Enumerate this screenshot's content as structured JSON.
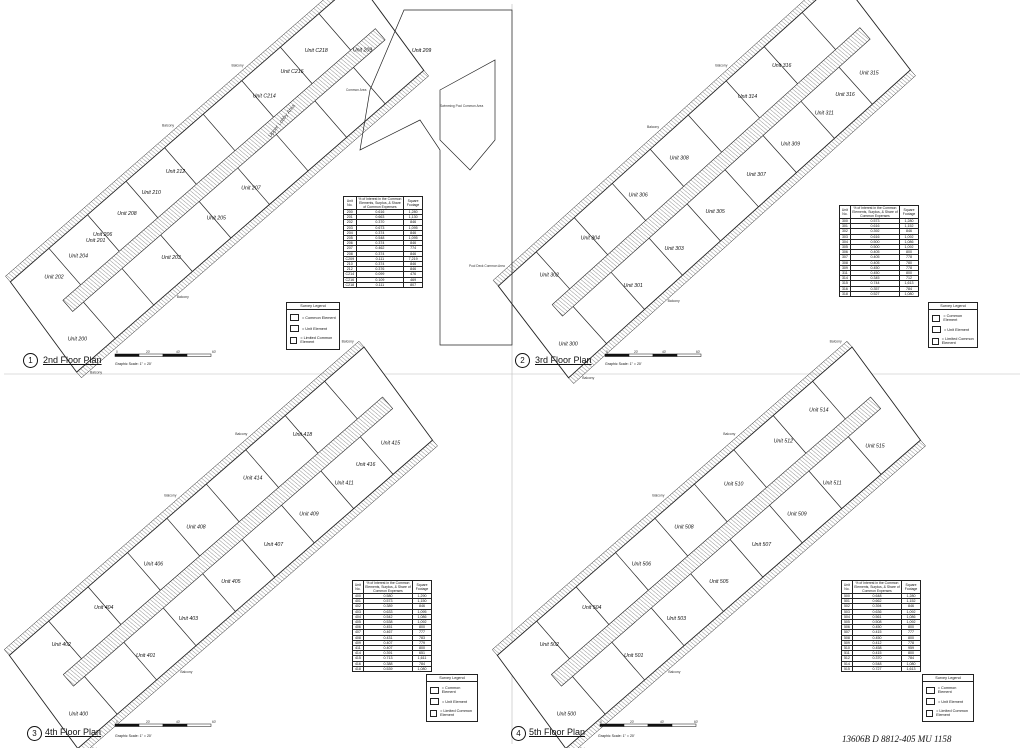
{
  "plans": [
    {
      "number": "1",
      "title": "2nd Floor Plan",
      "scale_label": "Graphic Scale: 1\" = 20'",
      "scale_ticks": [
        "0",
        "20'",
        "40'",
        "60'"
      ],
      "units": [
        "Unit 200",
        "Unit 201",
        "Unit 202",
        "Unit 203",
        "Unit 204",
        "Unit 205",
        "Unit 206",
        "Unit 207",
        "Unit 208",
        "Unit 210",
        "Unit 212",
        "Unit 209",
        "Unit C214",
        "Unit C216",
        "Unit C218"
      ],
      "extra_labels": [
        "Upper Lobby Area",
        "Common Area",
        "Swimming Pool Common Area",
        "Pool Deck Common Area"
      ],
      "table": {
        "headers": [
          "Unit No.",
          "% of Interest in the Common Elements, Surplus, & Share of Common Expenses",
          "Square Footage"
        ],
        "rows": [
          [
            "200",
            "0.616",
            "1,280"
          ],
          [
            "201",
            "0.663",
            "1,130"
          ],
          [
            "202",
            "0.370",
            "846"
          ],
          [
            "203",
            "0.673",
            "1,095"
          ],
          [
            "204",
            "0.374",
            "846"
          ],
          [
            "205",
            "0.548",
            "1,095"
          ],
          [
            "206",
            "0.374",
            "846"
          ],
          [
            "207",
            "0.462",
            "774"
          ],
          [
            "208",
            "0.374",
            "846"
          ],
          [
            "C209",
            "0.111",
            "7,219"
          ],
          [
            "210",
            "0.374",
            "846"
          ],
          [
            "212",
            "0.376",
            "846"
          ],
          [
            "C214",
            "0.099",
            "476"
          ],
          [
            "C216",
            "0.109",
            "469"
          ],
          [
            "C218",
            "0.111",
            "807"
          ]
        ]
      }
    },
    {
      "number": "2",
      "title": "3rd Floor Plan",
      "scale_label": "Graphic Scale: 1\" = 20'",
      "scale_ticks": [
        "0",
        "20'",
        "40'",
        "60'"
      ],
      "units": [
        "Unit 300",
        "Unit 301",
        "Unit 302",
        "Unit 303",
        "Unit 304",
        "Unit 305",
        "Unit 306",
        "Unit 307",
        "Unit 308",
        "Unit 309",
        "Unit 311",
        "Unit 314",
        "Unit 315",
        "Unit 316",
        "Unit 316"
      ],
      "table": {
        "headers": [
          "Unit No.",
          "% of Interest in the Common Elements, Surplus, & Share of Common Expenses",
          "Square Footage"
        ],
        "rows": [
          [
            "300",
            "0.573",
            "1,280"
          ],
          [
            "301",
            "0.616",
            "1,152"
          ],
          [
            "302",
            "0.392",
            "846"
          ],
          [
            "303",
            "0.616",
            "1,092"
          ],
          [
            "304",
            "0.500",
            "1,086"
          ],
          [
            "305",
            "0.500",
            "1,092"
          ],
          [
            "306",
            "0.405",
            "800"
          ],
          [
            "307",
            "0.405",
            "778"
          ],
          [
            "308",
            "0.405",
            "780"
          ],
          [
            "309",
            "0.450",
            "778"
          ],
          [
            "311",
            "0.450",
            "800"
          ],
          [
            "314",
            "0.345",
            "712"
          ],
          [
            "315",
            "0.744",
            "1,613"
          ],
          [
            "316",
            "0.357",
            "784"
          ],
          [
            "318",
            "0.527",
            "1,080"
          ]
        ]
      }
    },
    {
      "number": "3",
      "title": "4th Floor Plan",
      "scale_label": "Graphic Scale: 1\" = 20'",
      "scale_ticks": [
        "0",
        "20'",
        "40'",
        "60'"
      ],
      "units": [
        "Unit 400",
        "Unit 401",
        "Unit 402",
        "Unit 403",
        "Unit 404",
        "Unit 405",
        "Unit 406",
        "Unit 407",
        "Unit 408",
        "Unit 409",
        "Unit 411",
        "Unit 414",
        "Unit 415",
        "Unit 416",
        "Unit 418"
      ],
      "table": {
        "headers": [
          "Unit No.",
          "% of Interest in the Common Elements, Surplus, & Share of Common Expenses",
          "Square Footage"
        ],
        "rows": [
          [
            "400",
            "0.580",
            "1,290"
          ],
          [
            "401",
            "0.573",
            "1,150"
          ],
          [
            "402",
            "0.389",
            "846"
          ],
          [
            "403",
            "0.633",
            "1,095"
          ],
          [
            "404",
            "0.542",
            "1,086"
          ],
          [
            "405",
            "0.538",
            "1,092"
          ],
          [
            "406",
            "0.451",
            "800"
          ],
          [
            "407",
            "0.467",
            "777"
          ],
          [
            "408",
            "0.431",
            "783"
          ],
          [
            "409",
            "0.407",
            "779"
          ],
          [
            "411",
            "0.407",
            "800"
          ],
          [
            "414",
            "0.391",
            "651"
          ],
          [
            "415",
            "0.713",
            "1,611"
          ],
          [
            "416",
            "0.388",
            "784"
          ],
          [
            "418",
            "0.539",
            "1,080"
          ]
        ]
      }
    },
    {
      "number": "4",
      "title": "5th Floor Plan",
      "scale_label": "Graphic Scale: 1\" = 20'",
      "scale_ticks": [
        "0",
        "20'",
        "40'",
        "60'"
      ],
      "units": [
        "Unit 500",
        "Unit 501",
        "Unit 502",
        "Unit 503",
        "Unit 504",
        "Unit 505",
        "Unit 506",
        "Unit 507",
        "Unit 508",
        "Unit 509",
        "Unit 510",
        "Unit 511",
        "Unit 512",
        "Unit 514",
        "Unit 515"
      ],
      "table": {
        "headers": [
          "Unit No.",
          "% of Interest in the Common Elements, Surplus, & Share of Common Expenses",
          "Square Footage"
        ],
        "rows": [
          [
            "500",
            "0.648",
            "1,280"
          ],
          [
            "501",
            "0.662",
            "1,152"
          ],
          [
            "502",
            "0.394",
            "846"
          ],
          [
            "503",
            "0.636",
            "1,092"
          ],
          [
            "504",
            "0.561",
            "1,086"
          ],
          [
            "505",
            "0.508",
            "1,092"
          ],
          [
            "506",
            "0.450",
            "800"
          ],
          [
            "507",
            "0.415",
            "777"
          ],
          [
            "508",
            "0.450",
            "800"
          ],
          [
            "509",
            "0.412",
            "778"
          ],
          [
            "510",
            "0.458",
            "959"
          ],
          [
            "511",
            "0.415",
            "800"
          ],
          [
            "512",
            "0.370",
            "784"
          ],
          [
            "514",
            "0.548",
            "1,080"
          ],
          [
            "515",
            "0.727",
            "1,613"
          ]
        ]
      }
    }
  ],
  "legend": {
    "title": "Survey Legend",
    "items": [
      "= Common Element",
      "= Unit Element",
      "= Limited Common Element"
    ]
  },
  "balcony_label": "Balcony",
  "note": "13606B D 8812-405  MU 1158"
}
